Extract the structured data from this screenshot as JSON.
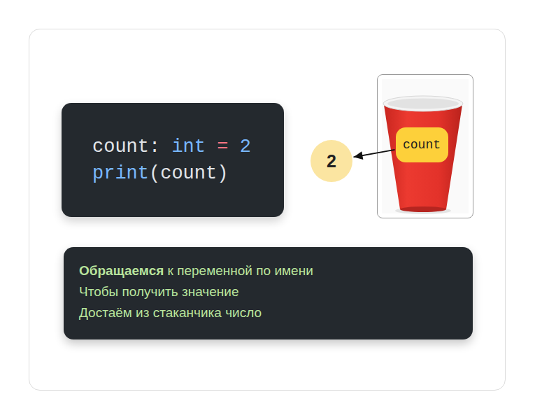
{
  "diagram": {
    "nodes": [
      {
        "text": [
          "count: int = 2",
          "print(count)"
        ]
      },
      {
        "text": [
          "2"
        ]
      },
      {
        "text": [
          "count"
        ]
      },
      {
        "text": [
          "Обращаемся",
          "к переменной по имени",
          "Чтобы получить значение",
          "Достаём из стаканчика число"
        ]
      }
    ],
    "edges": [
      {
        "from": 2,
        "to": 1,
        "arrow": "to"
      }
    ]
  }
}
